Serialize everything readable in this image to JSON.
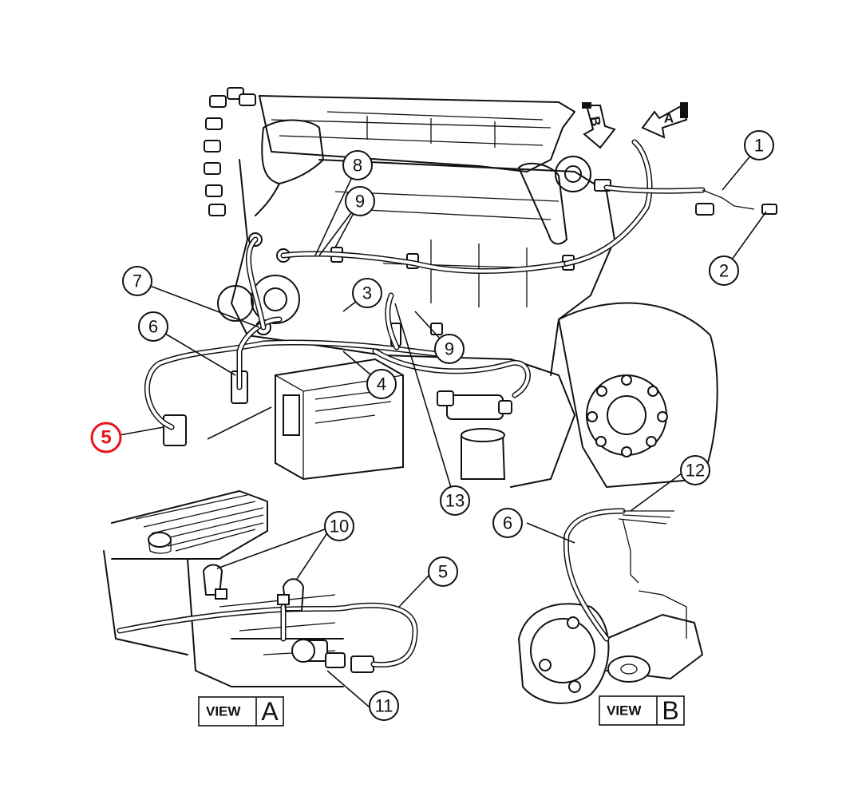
{
  "callouts": {
    "c1": "1",
    "c2": "2",
    "c3": "3",
    "c4": "4",
    "c5": "5",
    "c6": "6",
    "c7": "7",
    "c8": "8",
    "c9a": "9",
    "c9b": "9",
    "c10": "10",
    "c11": "11",
    "c12": "12",
    "c13": "13",
    "c5b": "5",
    "c6b": "6"
  },
  "views": {
    "a": {
      "word": "VIEW",
      "letter": "A"
    },
    "b": {
      "word": "VIEW",
      "letter": "B"
    }
  },
  "arrows": {
    "a": "A",
    "b": "B"
  },
  "colors": {
    "highlight": "#e8141c",
    "line": "#111111"
  }
}
